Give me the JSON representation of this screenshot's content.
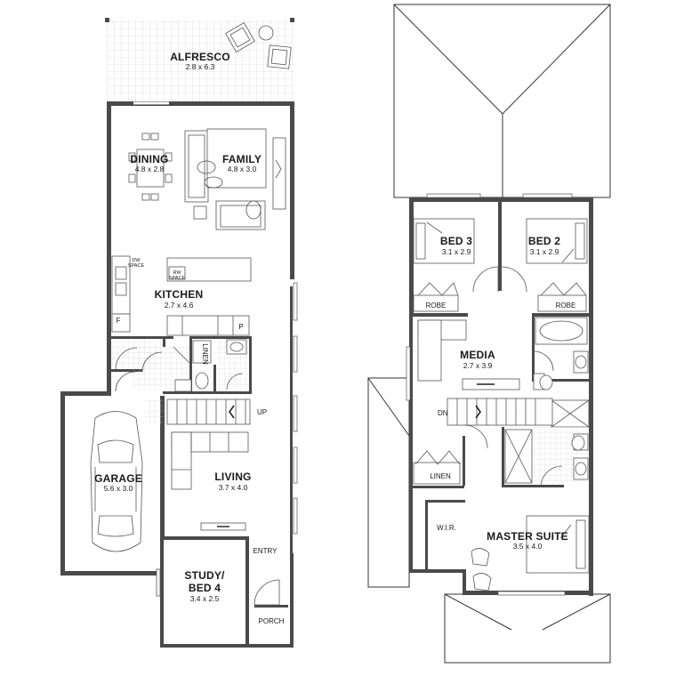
{
  "ground_floor": {
    "rooms": {
      "alfresco": {
        "name": "ALFRESCO",
        "dim": "2.8 x 6.3"
      },
      "dining": {
        "name": "DINING",
        "dim": "4.8 x 2.8"
      },
      "family": {
        "name": "FAMILY",
        "dim": "4.8 x 3.0"
      },
      "kitchen": {
        "name": "KITCHEN",
        "dim": "2.7 x 4.6"
      },
      "garage": {
        "name": "GARAGE",
        "dim": "5.6 x 3.0"
      },
      "living": {
        "name": "LIVING",
        "dim": "3.7 x 4.0"
      },
      "study_line1": {
        "name": "STUDY/"
      },
      "study_line2": {
        "name": "BED 4",
        "dim": "3.4 x 2.5"
      }
    },
    "labels": {
      "dw_space_1": "DW",
      "dw_space_2": "SPACE",
      "rw_space_1": "RW",
      "rw_space_2": "SPACE",
      "fridge": "F",
      "pantry": "P",
      "linen": "LINEN",
      "up": "UP",
      "entry": "ENTRY",
      "porch": "PORCH"
    }
  },
  "upper_floor": {
    "rooms": {
      "bed3": {
        "name": "BED 3",
        "dim": "3.1 x 2.9"
      },
      "bed2": {
        "name": "BED 2",
        "dim": "3.1 x 2.9"
      },
      "media": {
        "name": "MEDIA",
        "dim": "2.7 x 3.9"
      },
      "master": {
        "name": "MASTER SUITE",
        "dim": "3.5 x 4.0"
      }
    },
    "labels": {
      "robe_left": "ROBE",
      "robe_right": "ROBE",
      "linen": "LINEN",
      "wir": "W.I.R.",
      "dn": "DN"
    }
  }
}
